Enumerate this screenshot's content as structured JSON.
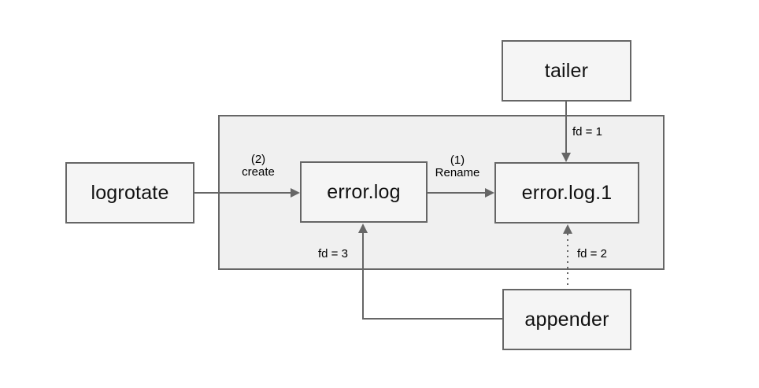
{
  "nodes": {
    "tailer": {
      "label": "tailer"
    },
    "logrotate": {
      "label": "logrotate"
    },
    "error_log": {
      "label": "error.log"
    },
    "error_log_1": {
      "label": "error.log.1"
    },
    "appender": {
      "label": "appender"
    }
  },
  "edges": {
    "create": {
      "step": "(2)",
      "action": "create"
    },
    "rename": {
      "step": "(1)",
      "action": "Rename"
    },
    "fd1": {
      "label": "fd = 1"
    },
    "fd2": {
      "label": "fd = 2"
    },
    "fd3": {
      "label": "fd = 3"
    }
  },
  "colors": {
    "stroke": "#666666",
    "node_fill": "#f5f5f5",
    "container_fill": "#f0f0f0",
    "label_text": "#000000"
  }
}
